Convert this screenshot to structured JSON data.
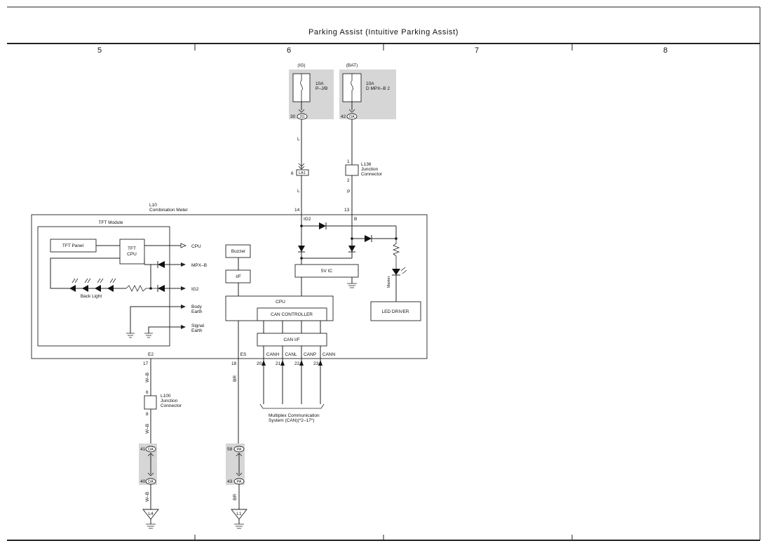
{
  "title": "Parking Assist (Intuitive Parking Assist)",
  "columns": [
    "5",
    "6",
    "7",
    "8"
  ],
  "power": {
    "ig": {
      "label": "(IG)",
      "amp": "10A",
      "name": "P–J/B",
      "pin": "30",
      "conn": "2G"
    },
    "bat": {
      "label": "(BAT)",
      "amp": "10A",
      "name": "D MPX–B 2",
      "pin": "42",
      "conn": "DA"
    }
  },
  "wire_colors": {
    "ig_upper": "L",
    "ig_lower": "L",
    "bat": "P",
    "e2_upper": "W–B",
    "e2_mid": "W–B",
    "e2_lower": "W–B",
    "es_upper": "BR",
    "es_lower": "BR"
  },
  "connectors": {
    "la1": {
      "pin": "6",
      "name": "LA1"
    },
    "l136": {
      "name": "L136",
      "desc1": "Junction",
      "desc2": "Connector",
      "pin_top": "1",
      "pin_bottom": "2"
    },
    "l100": {
      "name": "L100",
      "desc1": "Junction",
      "desc2": "Connector",
      "pin_top": "6",
      "pin_bottom": "8"
    },
    "da_pair": {
      "pin_top": "41",
      "pin_bottom": "40",
      "name": "DA"
    },
    "pa_pair": {
      "pin_top": "58",
      "pin_bottom": "43",
      "name": "PA"
    }
  },
  "meter": {
    "id": "L10",
    "name": "Combination Meter",
    "pins_top": {
      "ig2_pin": "14",
      "b_pin": "13"
    },
    "ig2": "IG2",
    "b": "B",
    "tft_module": "TFT Module",
    "tft_panel": "TFT Panel",
    "tft_cpu_1": "TFT",
    "tft_cpu_2": "CPU",
    "back_light": "Back Light",
    "out_cpu": "CPU",
    "out_mpxb": "MPX–B",
    "out_ig2": "IG2",
    "body_earth_1": "Body",
    "body_earth_2": "Earth",
    "signal_earth_1": "Signal",
    "signal_earth_2": "Earth",
    "buzzer": "Buzzer",
    "if": "I/F",
    "v5ic": "5V IC",
    "master": "Master",
    "led_driver": "LED DRIVER",
    "cpu": "CPU",
    "can_controller": "CAN CONTROLLER",
    "can_if": "CAN I/F",
    "e2": "E2",
    "es": "ES",
    "can_labels": [
      "CANH",
      "CANL",
      "CANP",
      "CANN"
    ],
    "bottom_pins": {
      "e2": "17",
      "es": "18",
      "canh": "20",
      "canl": "21",
      "canp": "22",
      "cann": "23"
    }
  },
  "multiplex_1": "Multiplex Communication",
  "multiplex_2": "System (CAN)(*2–17*)",
  "grounds": {
    "left": "L4",
    "right": "L1"
  }
}
